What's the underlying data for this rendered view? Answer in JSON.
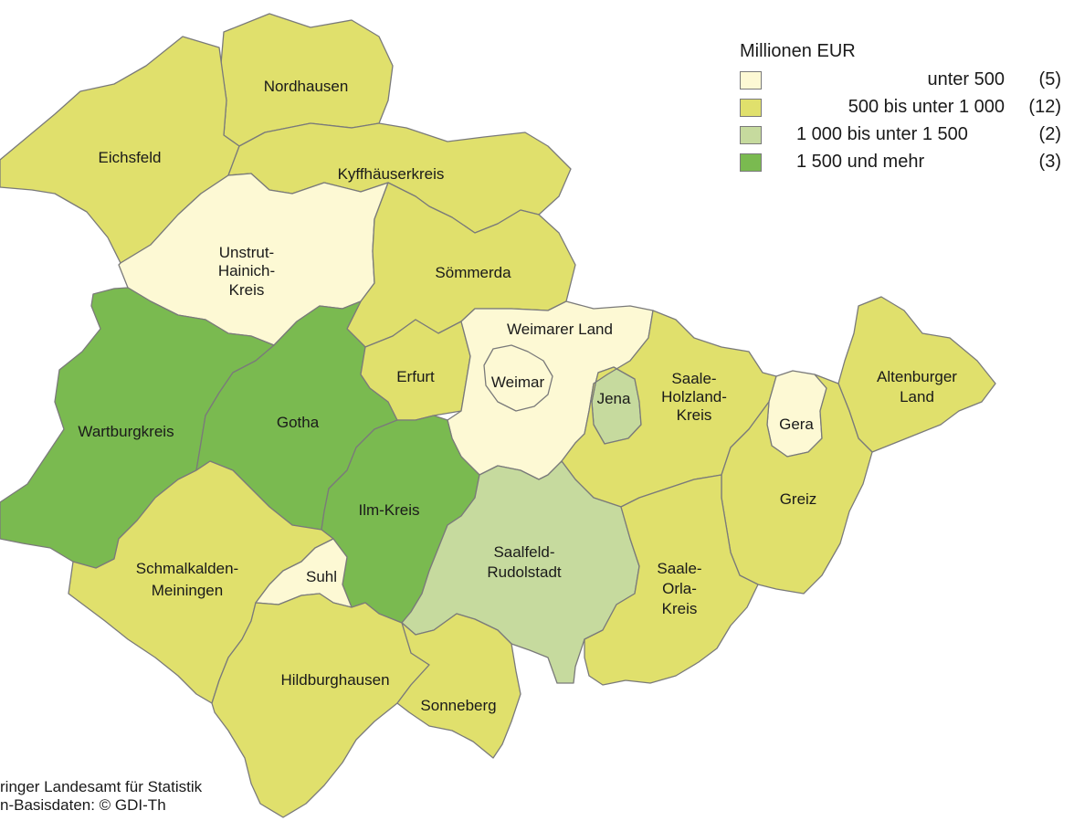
{
  "colors": {
    "under_500": "#fdf9d4",
    "500_1000": "#e0e06c",
    "1000_1500": "#c6da9e",
    "1500_plus": "#7aba50",
    "border": "#7a7a7a"
  },
  "legend": {
    "title": "Millionen EUR",
    "items": [
      {
        "label": "unter 500",
        "count": "(5)",
        "color": "#fdf9d4",
        "align": "right"
      },
      {
        "label": "500 bis unter 1 000",
        "count": "(12)",
        "color": "#e0e06c",
        "align": "right"
      },
      {
        "label": "1 000 bis unter 1 500",
        "count": "(2)",
        "color": "#c6da9e",
        "align": "left"
      },
      {
        "label": "1 500 und mehr",
        "count": "(3)",
        "color": "#7aba50",
        "align": "left"
      }
    ]
  },
  "districts": {
    "nordhausen": "Nordhausen",
    "eichsfeld": "Eichsfeld",
    "kyffhaeuserkreis": "Kyffhäuserkreis",
    "unstrut_1": "Unstrut-",
    "unstrut_2": "Hainich-",
    "unstrut_3": "Kreis",
    "soemmerda": "Sömmerda",
    "weimarer_land": "Weimarer Land",
    "weimar": "Weimar",
    "erfurt": "Erfurt",
    "wartburgkreis": "Wartburgkreis",
    "gotha": "Gotha",
    "jena": "Jena",
    "saale_holzland_1": "Saale-",
    "saale_holzland_2": "Holzland-",
    "saale_holzland_3": "Kreis",
    "altenburger_1": "Altenburger",
    "altenburger_2": "Land",
    "gera": "Gera",
    "greiz": "Greiz",
    "ilm_kreis": "Ilm-Kreis",
    "saalfeld_1": "Saalfeld-",
    "saalfeld_2": "Rudolstadt",
    "schmalkalden_1": "Schmalkalden-",
    "schmalkalden_2": "Meiningen",
    "suhl": "Suhl",
    "saale_orla_1": "Saale-",
    "saale_orla_2": "Orla-",
    "saale_orla_3": "Kreis",
    "hildburghausen": "Hildburghausen",
    "sonneberg": "Sonneberg"
  },
  "source": {
    "line1": "ringer Landesamt für Statistik",
    "line2": "n-Basisdaten: © GDI-Th"
  }
}
